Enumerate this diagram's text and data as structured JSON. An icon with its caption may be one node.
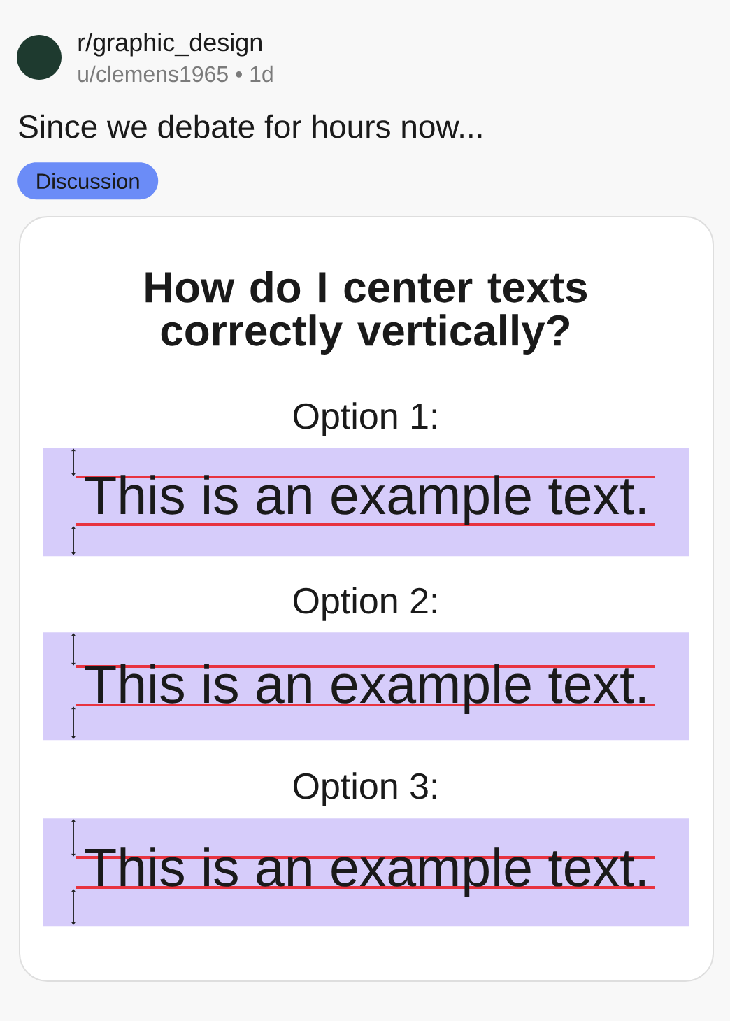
{
  "diagram": {
    "nodes": [
      {
        "text": [
          "Discussion"
        ]
      },
      {
        "text": [
          "How do I center texts correctly vertically?"
        ]
      },
      {
        "text": [
          "Option 1:",
          "This is an example text."
        ],
        "in": 1
      },
      {
        "text": [
          "Option 2:",
          "This is an example text."
        ],
        "in": 1
      },
      {
        "text": [
          "Option 3:",
          "This is an example text."
        ],
        "in": 1
      }
    ],
    "labels": [
      "r/graphic_design",
      "u/clemens1965 • 1d",
      "Since we debate for hours now..."
    ]
  }
}
